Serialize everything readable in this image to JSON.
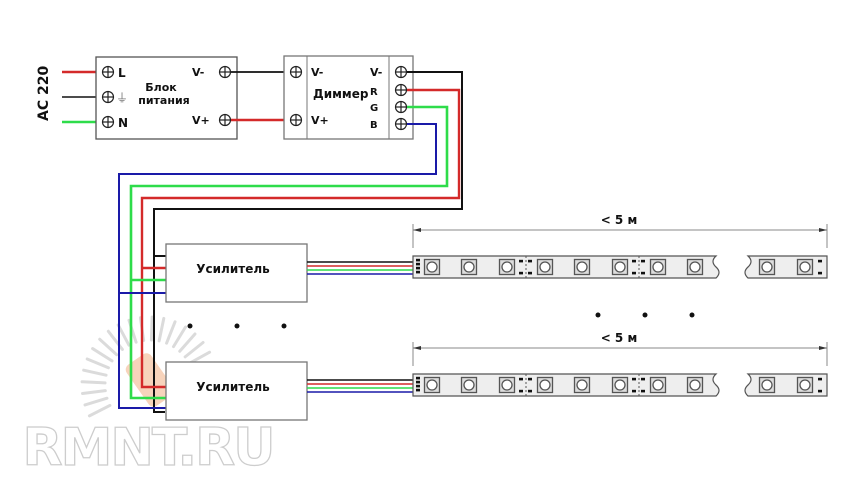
{
  "colors": {
    "red": "#d42a2a",
    "green": "#2edc4a",
    "blue": "#1a1aa8",
    "black": "#111111",
    "box_border": "#777777",
    "strip_fill": "#eeeeee",
    "watermark": "#cccccc",
    "watermark_accent": "#f0b090"
  },
  "input": {
    "label": "AC 220"
  },
  "power_supply": {
    "title_line1": "Блок",
    "title_line2": "питания",
    "terminal_L": "L",
    "terminal_N": "N",
    "terminal_ground": "⏚",
    "out_minus": "V-",
    "out_plus": "V+"
  },
  "dimmer": {
    "title": "Диммер",
    "in_minus": "V-",
    "in_plus": "V+",
    "out_minus": "V-",
    "out_R": "R",
    "out_G": "G",
    "out_B": "B"
  },
  "amplifiers": [
    {
      "label": "Усилитель"
    },
    {
      "label": "Усилитель"
    }
  ],
  "strips": [
    {
      "length_label": "< 5 м"
    },
    {
      "length_label": "< 5 м"
    }
  ],
  "ellipsis": "• • •",
  "watermark": {
    "text": "RMNT.RU"
  }
}
